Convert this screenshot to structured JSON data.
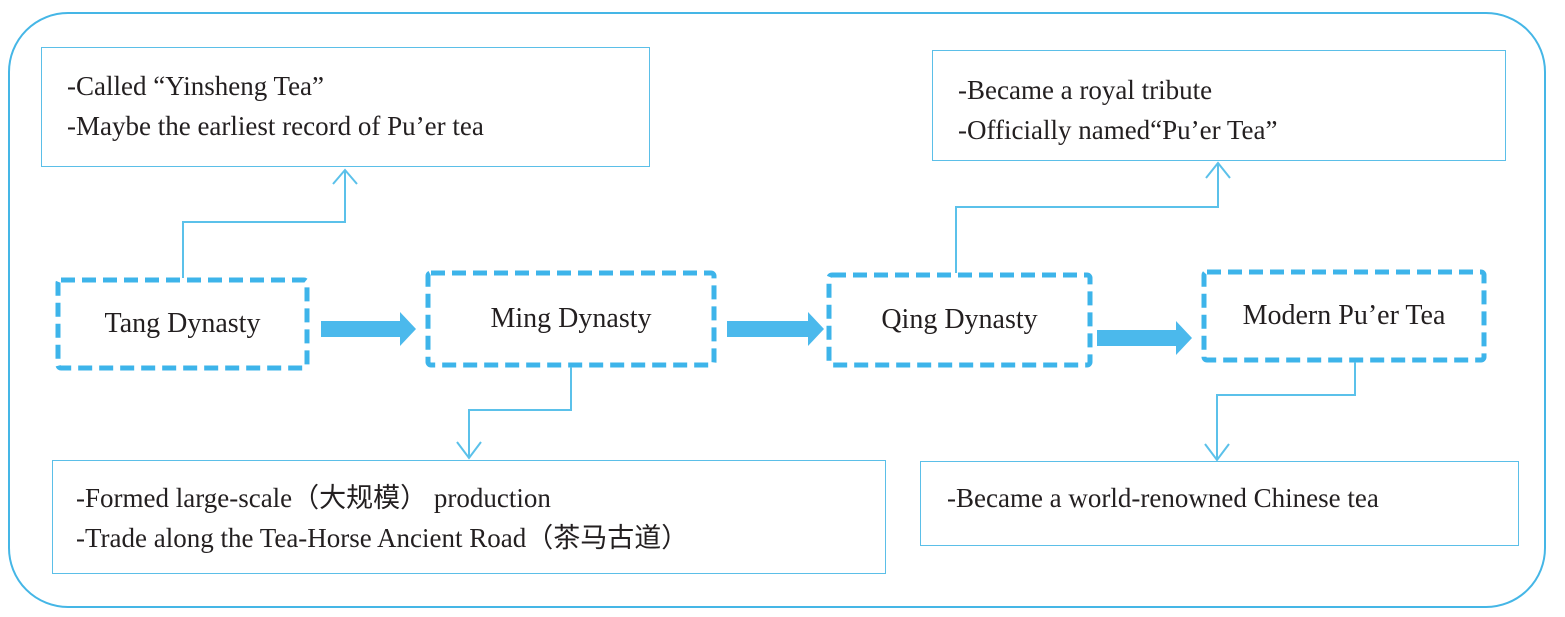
{
  "diagram": {
    "title": "History of Pu'er Tea",
    "colors": {
      "frame": "#45b6e6",
      "dashed_border": "#3db4ea",
      "arrow": "#4bb9ec",
      "connector": "#5bc1ea",
      "text": "#231f20"
    },
    "eras": [
      {
        "id": "tang",
        "label": "Tang Dynasty"
      },
      {
        "id": "ming",
        "label": "Ming Dynasty"
      },
      {
        "id": "qing",
        "label": "Qing Dynasty"
      },
      {
        "id": "modern",
        "label": "Modern Pu’er Tea"
      }
    ],
    "notes": {
      "tang": [
        "-Called “Yinsheng Tea”",
        "-Maybe the earliest record of Pu’er tea"
      ],
      "ming": [
        "-Formed large-scale（大规模） production",
        "-Trade along the Tea-Horse Ancient Road（茶马古道）"
      ],
      "qing": [
        "-Became a royal tribute",
        "-Officially named“Pu’er Tea”"
      ],
      "modern": [
        "-Became a world-renowned Chinese tea"
      ]
    }
  }
}
